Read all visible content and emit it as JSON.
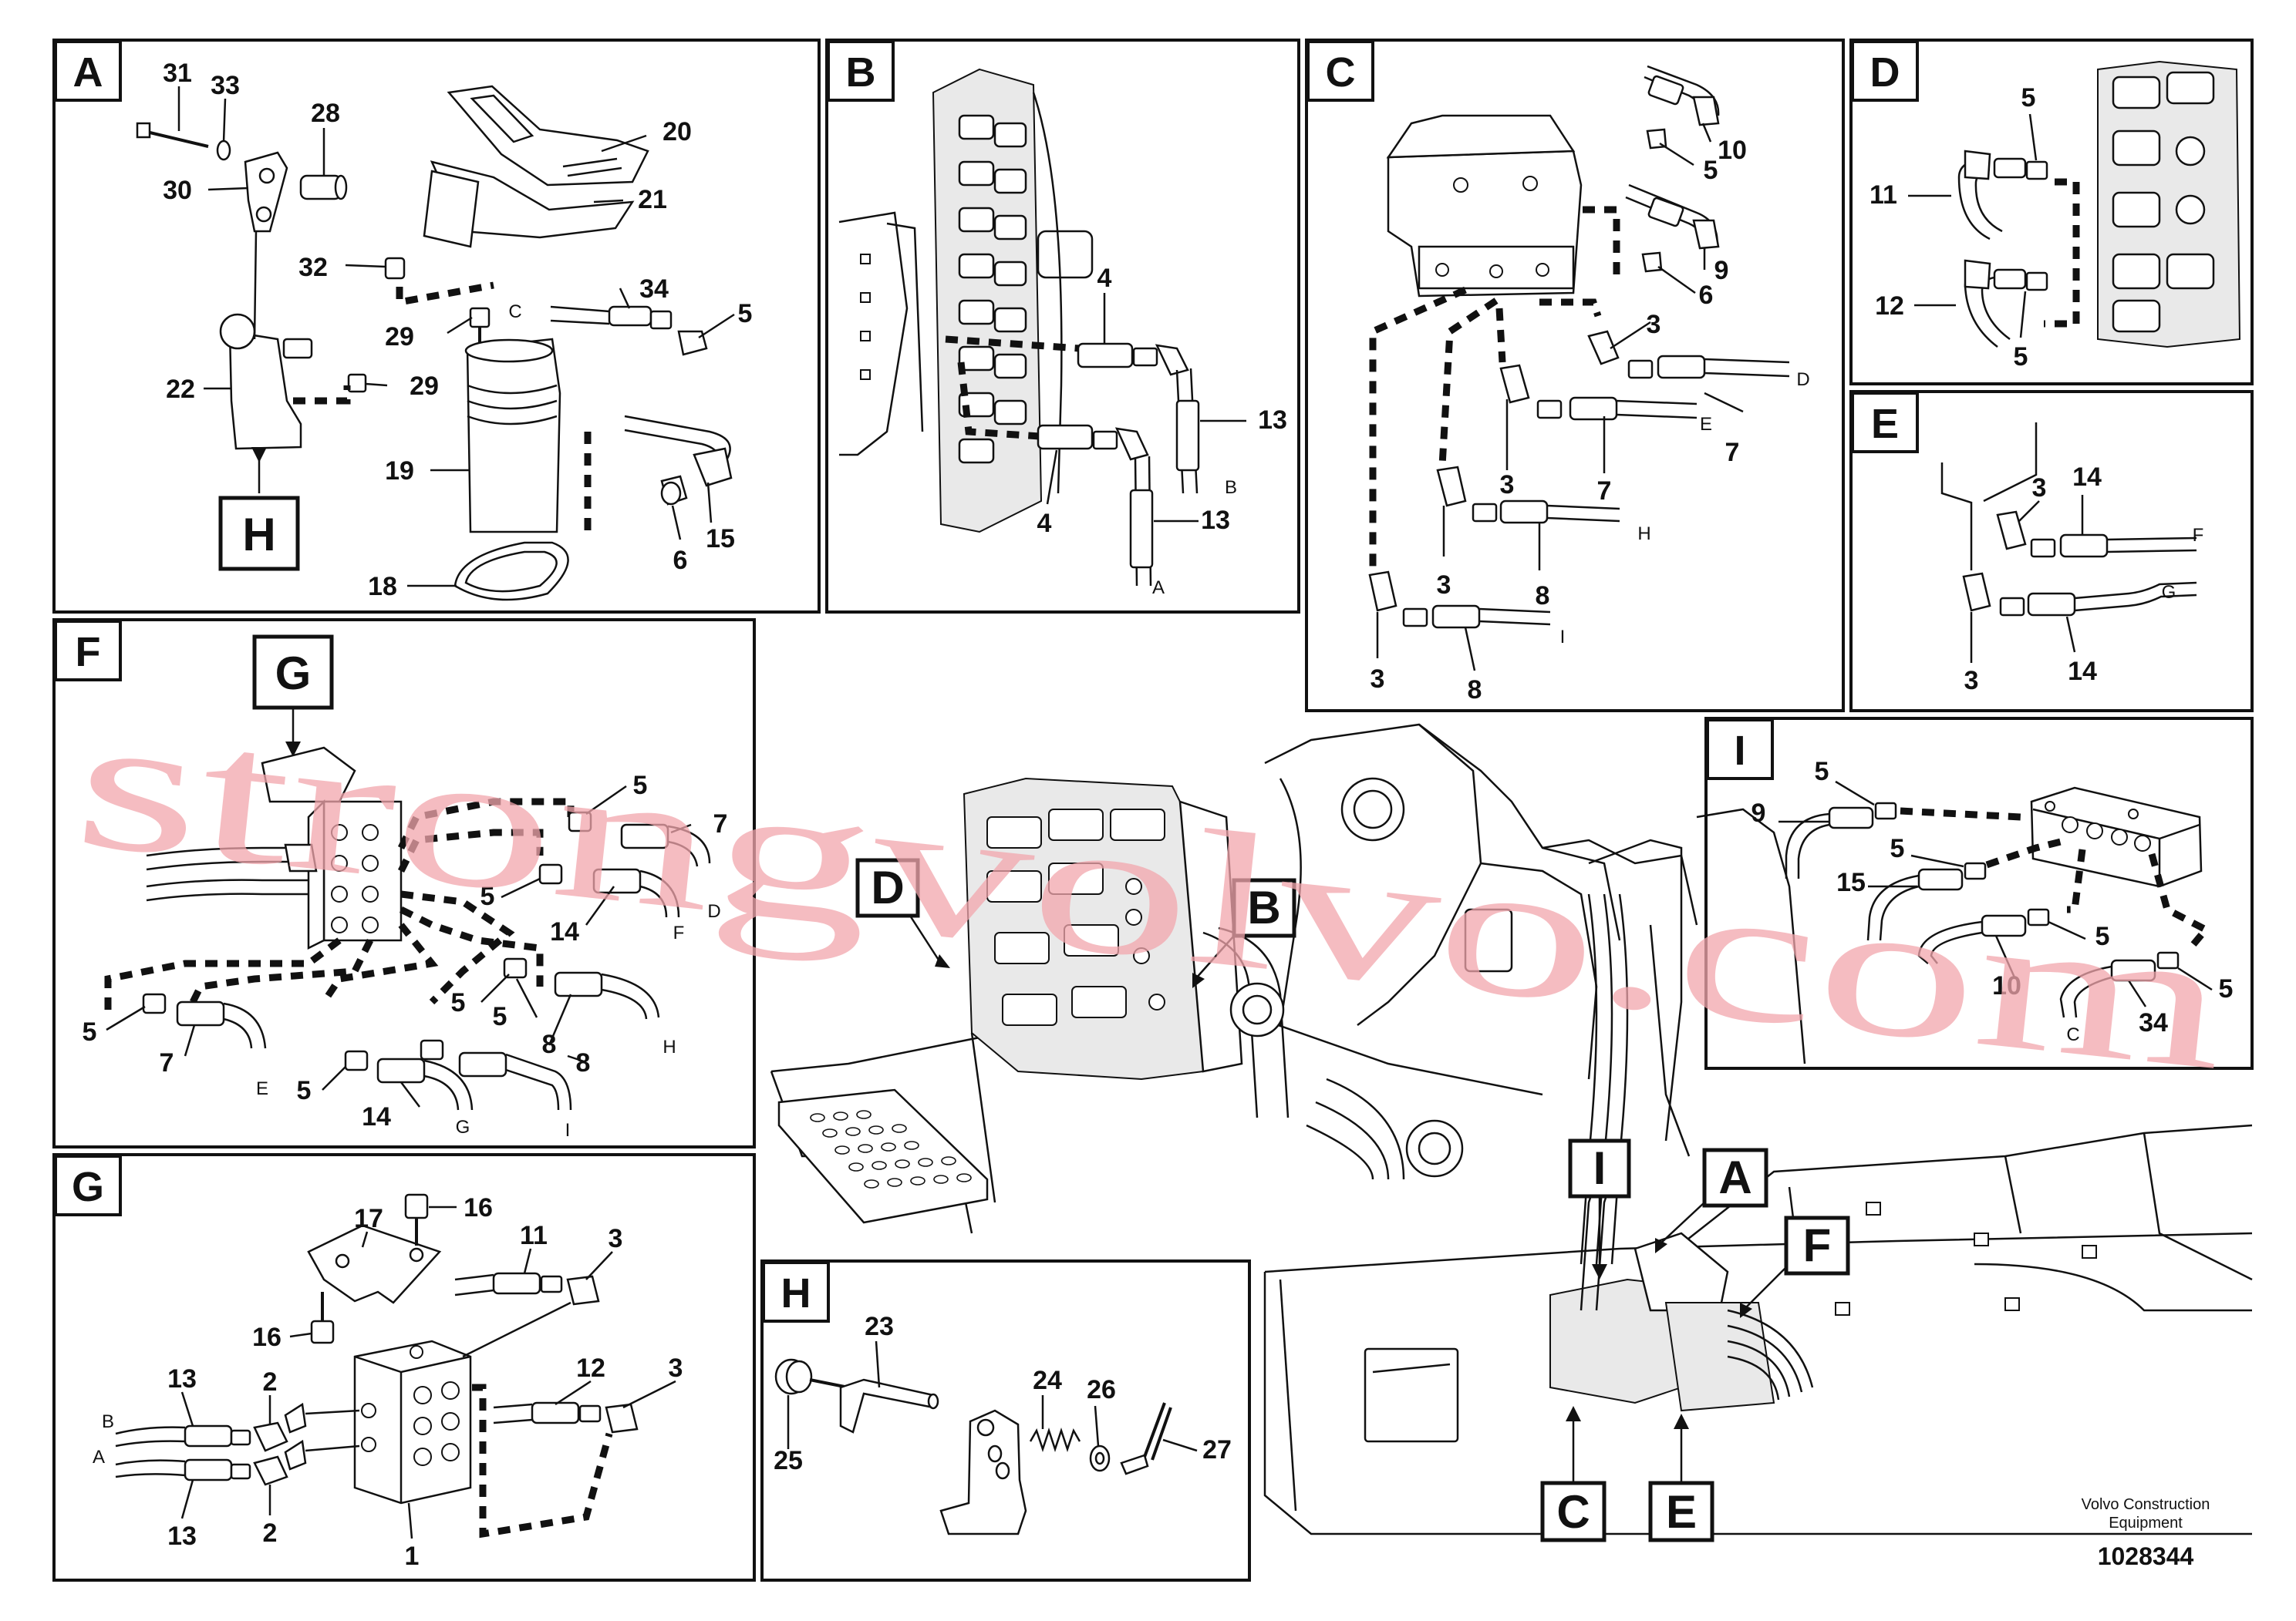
{
  "panels": {
    "A": {
      "letter": "A",
      "callouts": [
        "31",
        "33",
        "28",
        "20",
        "30",
        "21",
        "32",
        "34",
        "5",
        "29",
        "C",
        "29",
        "22",
        "19",
        "18",
        "6",
        "15"
      ],
      "view_ref": "H"
    },
    "B": {
      "letter": "B",
      "callouts": [
        "4",
        "13",
        "B",
        "4",
        "13",
        "A"
      ]
    },
    "C": {
      "letter": "C",
      "callouts": [
        "10",
        "5",
        "9",
        "6",
        "3",
        "D",
        "E",
        "7",
        "3",
        "7",
        "H",
        "3",
        "8",
        "I",
        "3",
        "8"
      ]
    },
    "D": {
      "letter": "D",
      "callouts": [
        "5",
        "11",
        "12",
        "5"
      ]
    },
    "E": {
      "letter": "E",
      "callouts": [
        "3",
        "14",
        "F",
        "G",
        "3",
        "14"
      ]
    },
    "F": {
      "letter": "F",
      "callouts": [
        "5",
        "7",
        "D",
        "5",
        "14",
        "F",
        "5",
        "5",
        "8",
        "H",
        "5",
        "7",
        "E",
        "5",
        "14",
        "G",
        "8",
        "I"
      ],
      "view_ref": "G"
    },
    "G": {
      "letter": "G",
      "callouts": [
        "17",
        "16",
        "11",
        "3",
        "16",
        "13",
        "2",
        "B",
        "A",
        "12",
        "3",
        "13",
        "2",
        "1"
      ]
    },
    "H": {
      "letter": "H",
      "callouts": [
        "23",
        "24",
        "26",
        "25",
        "27"
      ]
    },
    "I": {
      "letter": "I",
      "callouts": [
        "5",
        "9",
        "5",
        "15",
        "5",
        "10",
        "5",
        "34",
        "C"
      ]
    },
    "main": {
      "markers": [
        "D",
        "B",
        "I",
        "A",
        "F",
        "C",
        "E"
      ]
    }
  },
  "footer": {
    "company_line1": "Volvo Construction",
    "company_line2": "Equipment",
    "drawing_number": "1028344"
  },
  "watermark": "strongvolvo.com"
}
